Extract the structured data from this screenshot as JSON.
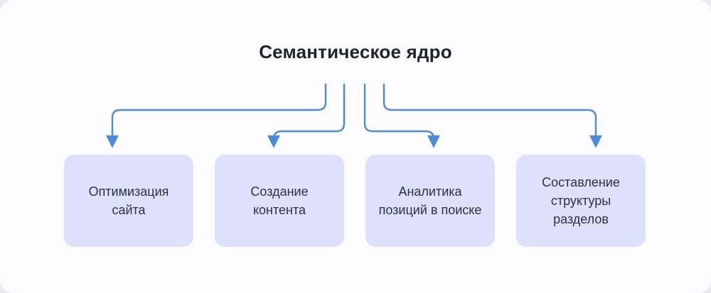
{
  "diagram": {
    "title": "Семантическое ядро",
    "nodes": [
      {
        "id": "site-optimization",
        "label": "Оптимизация сайта"
      },
      {
        "id": "content-creation",
        "label": "Создание контента"
      },
      {
        "id": "search-position-analytics",
        "label": "Аналитика позиций в поиске"
      },
      {
        "id": "section-structure",
        "label": "Составление структуры разделов"
      }
    ],
    "colors": {
      "node_bg": "#dee1fb",
      "arrow": "#4a8cd9",
      "title_text": "#1f2430",
      "node_text": "#2b3240",
      "card_bg": "#fcfcfe"
    }
  }
}
